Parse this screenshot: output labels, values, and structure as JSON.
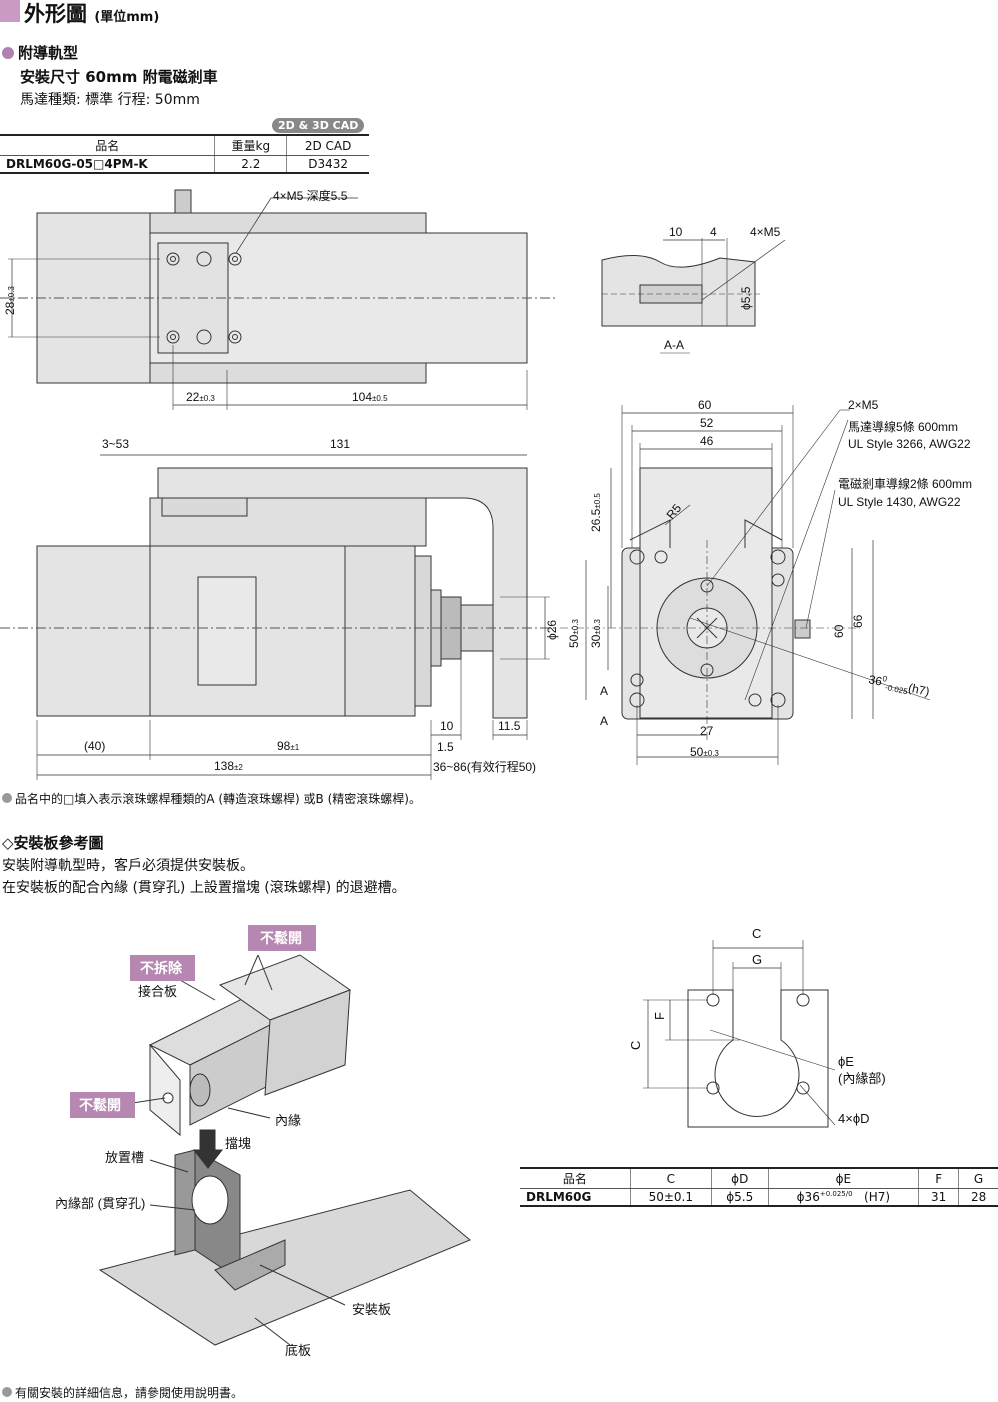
{
  "header": {
    "title": "外形圖",
    "unit": "(單位mm)"
  },
  "product": {
    "heading": "附導軌型",
    "subtitle": "安裝尺寸 60mm 附電磁剎車",
    "motor_info": "馬達種類: 標準 行程: 50mm",
    "cad_badge": "2D & 3D CAD"
  },
  "spec_table": {
    "headers": [
      "品名",
      "重量kg",
      "2D CAD"
    ],
    "rows": [
      [
        "DRLM60G-05□4PM-K",
        "2.2",
        "D3432"
      ]
    ]
  },
  "drawing_labels": {
    "hole_note": "4×M5 深度5.5",
    "dim_28": "28",
    "tol_28": "±0.3",
    "dim_22": "22",
    "tol_22": "±0.3",
    "dim_104": "104",
    "tol_104": "±0.5",
    "dim_3_53": "3~53",
    "dim_131": "131",
    "dim_26": "ϕ26",
    "dim_10": "10",
    "dim_11_5": "11.5",
    "dim_40": "(40)",
    "dim_98": "98",
    "tol_98": "±1",
    "dim_1_5": "1.5",
    "dim_138": "138",
    "tol_138": "±2",
    "dim_stroke": "36~86(有效行程50)",
    "aa_10": "10",
    "aa_4": "4",
    "aa_m5": "4×M5",
    "aa_55": "ϕ5.5",
    "aa_title": "A-A",
    "fv_60": "60",
    "fv_52": "52",
    "fv_46": "46",
    "fv_2m5": "2×M5",
    "fv_265": "26.5",
    "tol_265": "±0.5",
    "fv_r5": "R5",
    "fv_50": "50",
    "tol_50": "±0.3",
    "fv_30": "30",
    "tol_30": "±0.3",
    "fv_60v": "60",
    "fv_66": "66",
    "fv_36": "36",
    "tol_36a": "0",
    "tol_36b": "-0.025",
    "tol_36c": "(h7)",
    "fv_a1": "A",
    "fv_a2": "A",
    "fv_27": "27",
    "fv_50b": "50",
    "tol_50b": "±0.3",
    "motor_wire_1": "馬達導線5條 600mm",
    "motor_wire_2": "UL Style 3266, AWG22",
    "brake_wire_1": "電磁剎車導線2條 600mm",
    "brake_wire_2": "UL Style 1430, AWG22"
  },
  "note1": "品名中的□填入表示滾珠螺桿種類的A (轉造滾珠螺桿) 或B (精密滾珠螺桿)。",
  "mount_section": {
    "heading": "◇安裝板參考圖",
    "line1": "安裝附導軌型時，客戶必須提供安裝板。",
    "line2": "在安裝板的配合內緣 (貫穿孔) 上設置擋塊 (滾珠螺桿) 的退避槽。"
  },
  "illustration_labels": {
    "no_loosen_top": "不鬆開",
    "no_remove": "不拆除",
    "joint_plate": "接合板",
    "no_loosen_left": "不鬆開",
    "inner_edge": "內緣",
    "stopper": "擋塊",
    "slot": "放置槽",
    "inner_hole": "內緣部 (貫穿孔)",
    "mount_plate": "安裝板",
    "base_plate": "底板"
  },
  "plate_drawing": {
    "c_top": "C",
    "g": "G",
    "c_left": "C",
    "f": "F",
    "phi_e": "ϕE",
    "inner": "(內緣部)",
    "four_d": "4×ϕD"
  },
  "plate_table": {
    "headers": [
      "品名",
      "C",
      "ϕD",
      "ϕE",
      "F",
      "G"
    ],
    "rows": [
      [
        "DRLM60G",
        "50±0.1",
        "ϕ5.5",
        "ϕ36",
        "31",
        "28"
      ]
    ],
    "e_tol_upper": "+0.025",
    "e_tol_lower": "0",
    "e_fit": "(H7)"
  },
  "note2": "有關安裝的詳細信息，請參閱使用說明書。"
}
